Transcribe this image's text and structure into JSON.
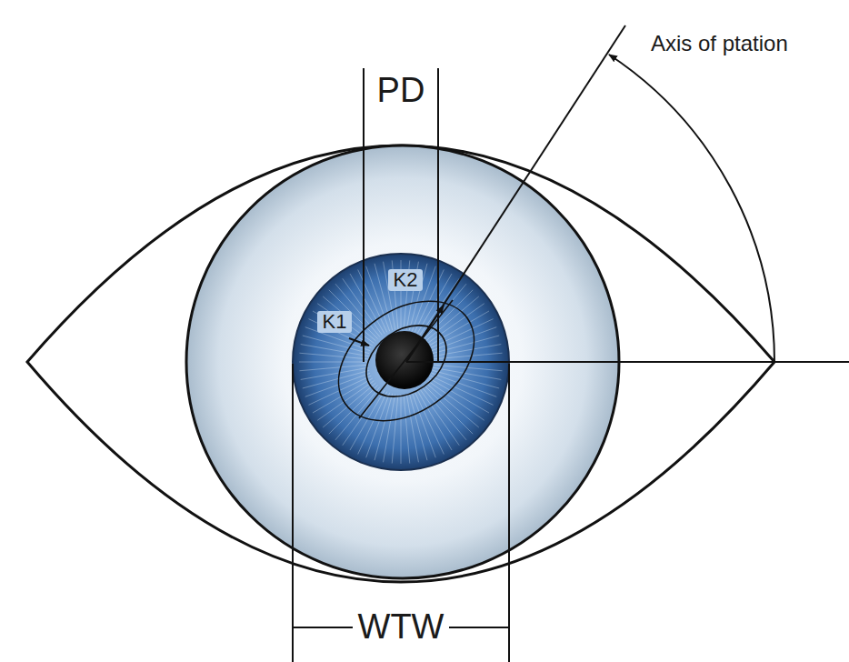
{
  "diagram": {
    "labels": [
      "Axis of ptation",
      "PD",
      "K2",
      "K1",
      "WTW"
    ]
  }
}
